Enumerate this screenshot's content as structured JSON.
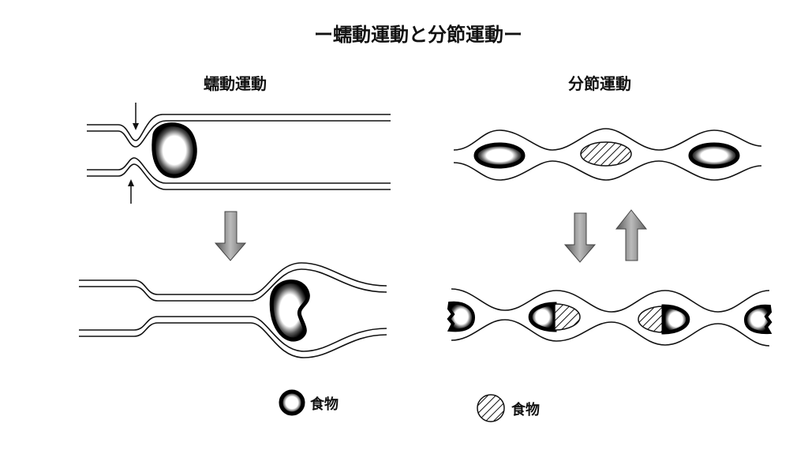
{
  "title": "ー蠕動運動と分節運動ー",
  "peristalsis": {
    "label": "蠕動運動"
  },
  "segmentation": {
    "label": "分節運動"
  },
  "legend": [
    {
      "label": "食物",
      "style": "solid-ring"
    },
    {
      "label": "食物",
      "style": "hatched"
    }
  ],
  "colors": {
    "line": "#111111",
    "arrow": "#8a8a8a"
  }
}
